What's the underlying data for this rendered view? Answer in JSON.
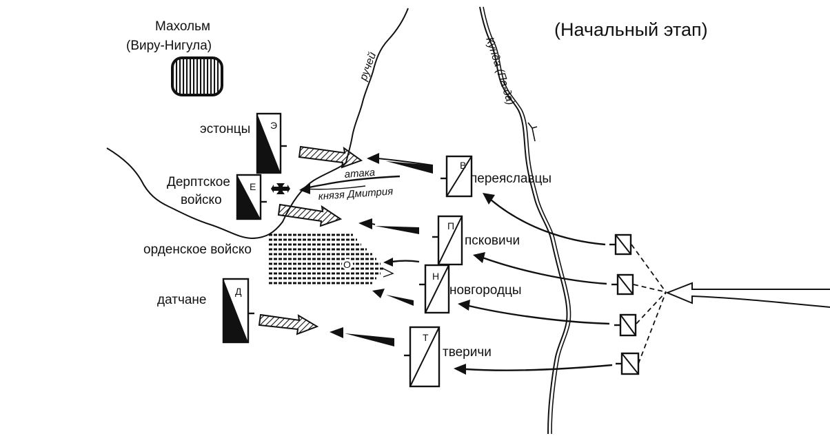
{
  "title": "(Начальный этап)",
  "places": {
    "maholm_line1": "Махольм",
    "maholm_line2": "(Виру-Нигула)",
    "stream": "ручей",
    "river": "Кунда (Па-да)"
  },
  "armies": {
    "estonians": "эстонцы",
    "dorpat_line1": "Дерптское",
    "dorpat_line2": "войско",
    "order": "орденское войско",
    "danes": "датчане",
    "pereyaslavl": "переяславцы",
    "pskov": "псковичи",
    "novgorod": "новгородцы",
    "tver": "тверичи"
  },
  "unit_letters": {
    "estonians": "Э",
    "dorpat": "Е",
    "order": "О",
    "danes": "Д",
    "pereyaslavl": "В",
    "pskov": "П",
    "novgorod": "Н",
    "tver": "Т"
  },
  "annotations": {
    "attack_line1": "атака",
    "attack_line2": "князя Дмитрия"
  },
  "colors": {
    "ink": "#111111",
    "background": "#ffffff"
  }
}
